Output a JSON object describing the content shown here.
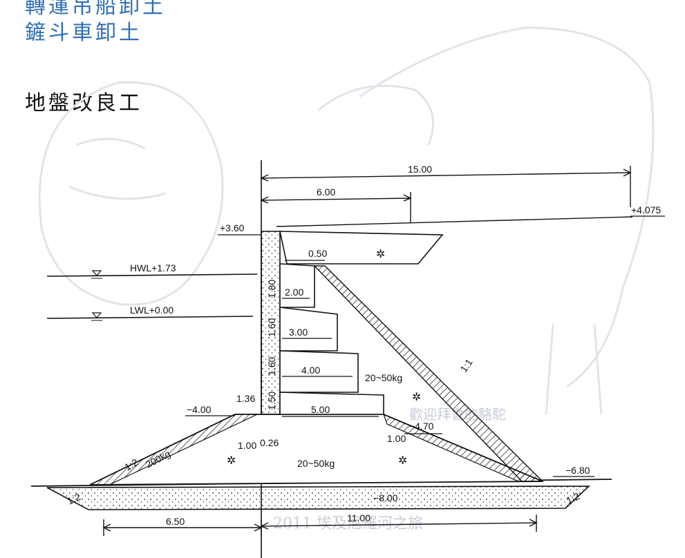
{
  "headings": [
    "轉運吊船卸土",
    "鏟斗車卸土",
    "地盤改良工"
  ],
  "watermark": {
    "caption": "2011 埃及尼羅河之旅",
    "signature": "歡迎拜會的駱駝"
  },
  "dimensions": {
    "top_total": "15.00",
    "top_partial": "6.00",
    "bottom_left": "6.50",
    "bottom_right": "11.00",
    "cap_width": "0.50",
    "step_1": "2.00",
    "step_2": "3.00",
    "step_3": "4.00",
    "step_4": "5.00",
    "small_left": "1.36",
    "tiny_1": "1.00",
    "tiny_2": "0.26",
    "tiny_3": "1.00"
  },
  "heights": [
    "1.80",
    "1.60",
    "1.60",
    "1.50"
  ],
  "elevations": {
    "top_left": "+3.60",
    "top_right": "+4.075",
    "hwl": "HWL+1.73",
    "lwl": "LWL+0.00",
    "mound_left": "−4.00",
    "mound_right": "−4.70",
    "seabed": "−6.80",
    "bottom": "−8.00"
  },
  "materials": {
    "core": "20~50kg",
    "base": "20~50kg",
    "armor": "200kg"
  },
  "slopes": {
    "rear": "1:1",
    "left_mound": "1:2",
    "left_base": "1:2",
    "right_base": "1:2"
  },
  "colors": {
    "line": "#111111",
    "heading_blue": "#2f6fb5",
    "watermark": "#c9cdd8"
  }
}
